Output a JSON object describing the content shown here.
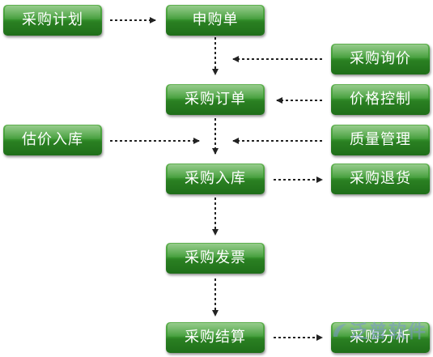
{
  "nodes": {
    "plan": "采购计划",
    "requisition": "申购单",
    "inquiry": "采购询价",
    "order": "采购订单",
    "price_control": "价格控制",
    "estimate_in": "估价入库",
    "quality": "质量管理",
    "purchase_in": "采购入库",
    "return": "采购退货",
    "invoice": "采购发票",
    "settle": "采购结算",
    "analysis": "采购分析"
  },
  "watermark": {
    "text": "泛普软件"
  },
  "colors": {
    "node_fill": "#3c9a33",
    "arrow": "#222222"
  }
}
